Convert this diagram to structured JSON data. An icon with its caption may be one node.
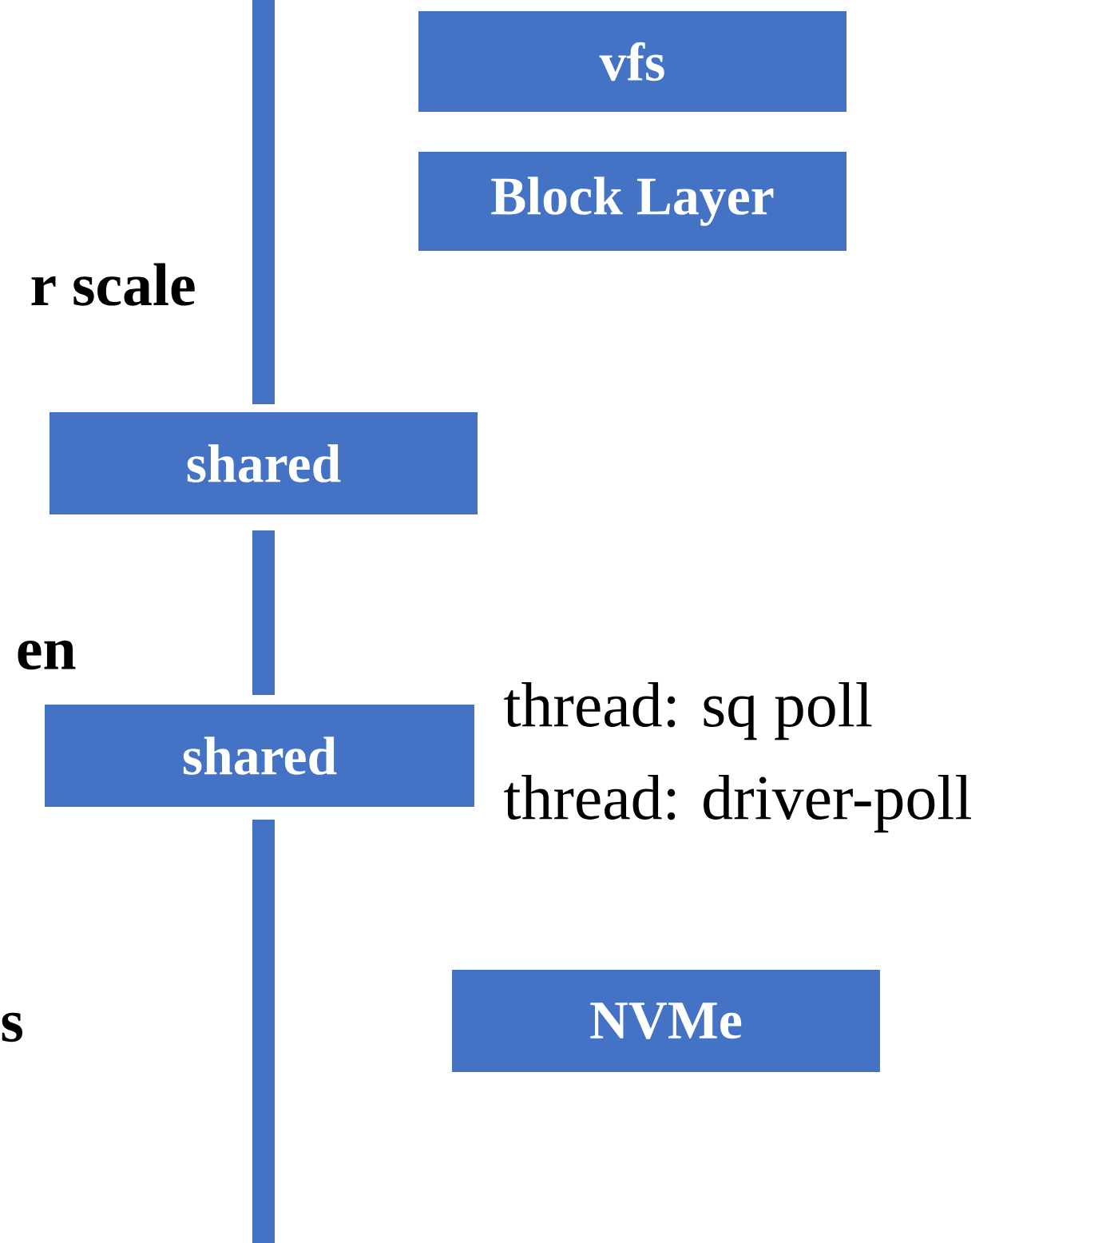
{
  "diagram": {
    "nodes": [
      {
        "text": [
          "vfs"
        ]
      },
      {
        "text": [
          "Block Layer"
        ]
      },
      {
        "text": [
          "shared"
        ]
      },
      {
        "text": [
          "shared"
        ],
        "beside": [
          "thread: sq poll",
          "thread: driver-poll"
        ]
      },
      {
        "text": [
          "NVMe"
        ]
      }
    ],
    "labels": [
      "r scale",
      "en",
      "s"
    ]
  }
}
